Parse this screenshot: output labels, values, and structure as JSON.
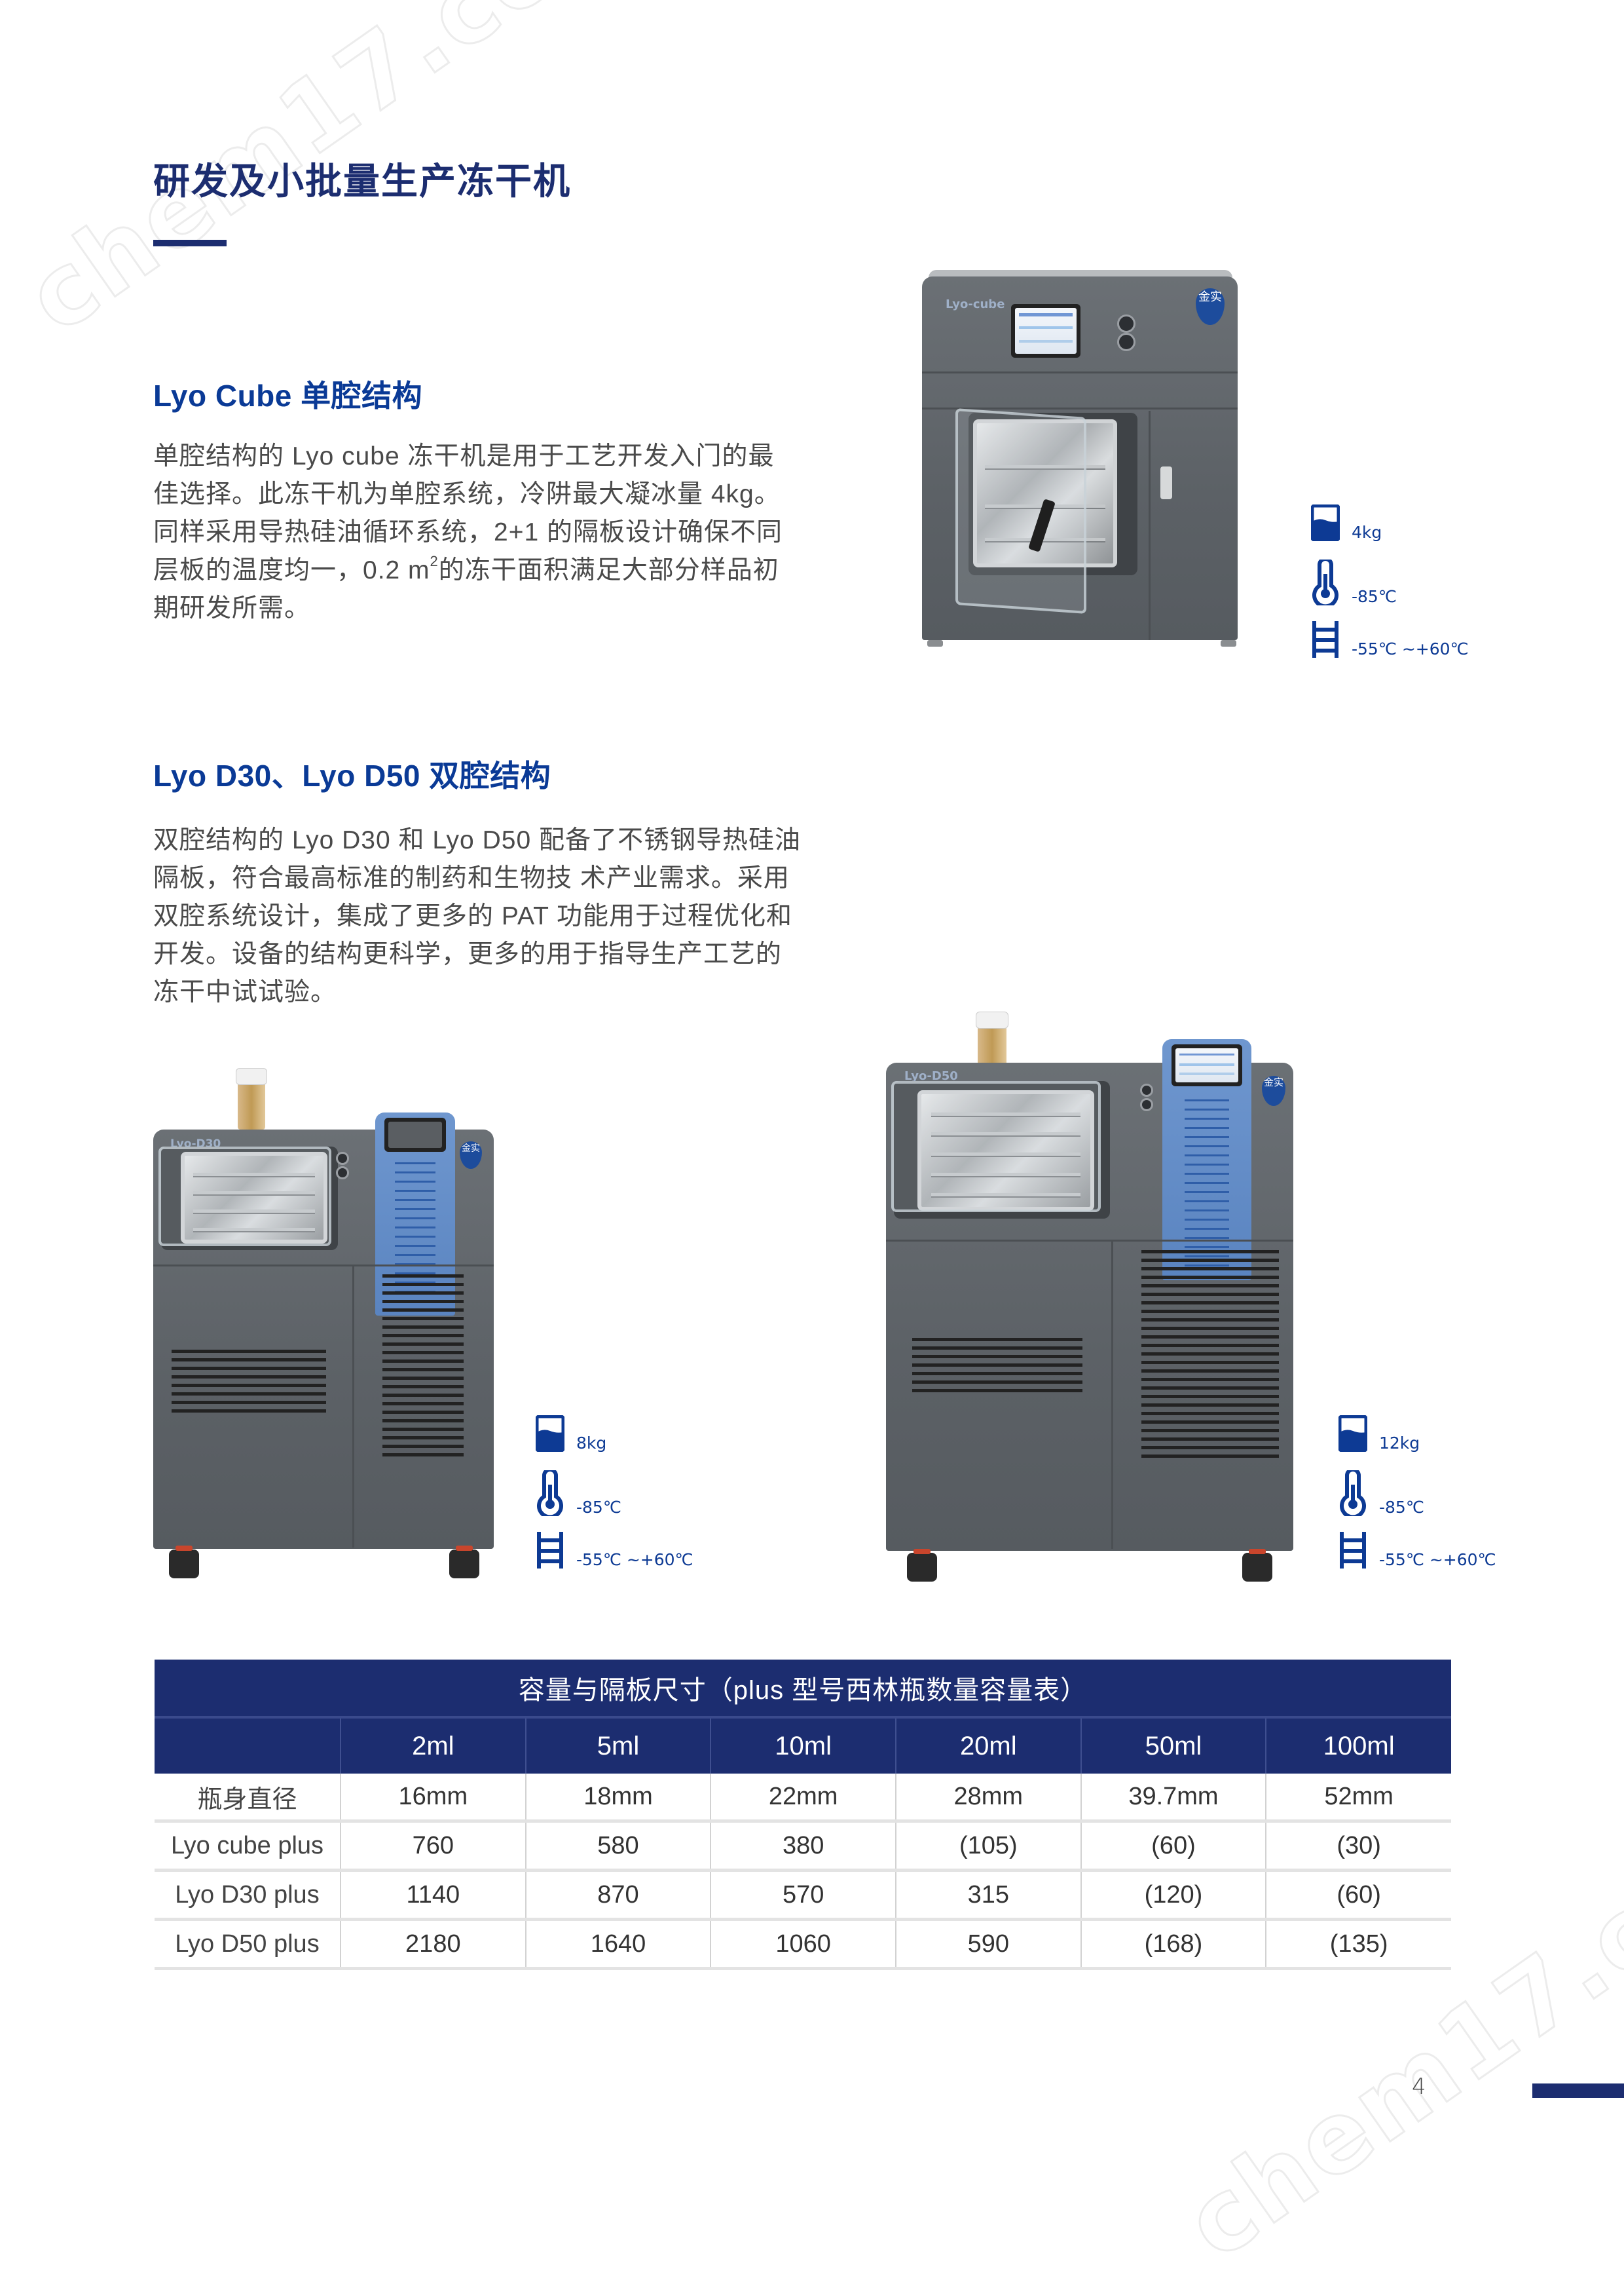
{
  "watermark": "chem17.com",
  "page_title": "研发及小批量生产冻干机",
  "accent_color": "#1c2d70",
  "heading_color": "#0a3a96",
  "sections": [
    {
      "heading": "Lyo Cube 单腔结构",
      "body_lines": [
        "单腔结构的 Lyo cube 冻干机是用于工艺开发入门的最",
        "佳选择。此冻干机为单腔系统，冷阱最大凝冰量 4kg。",
        "同样采用导热硅油循环系统，2+1 的隔板设计确保不同",
        "层板的温度均一，0.2 m",
        "期研发所需。"
      ],
      "body_line4_sup": "2",
      "body_line4_tail": "的冻干面积满足大部分样品初"
    },
    {
      "heading": "Lyo D30、Lyo D50 双腔结构",
      "body_lines": [
        "双腔结构的 Lyo D30 和 Lyo D50 配备了不锈钢导热硅油",
        "隔板，符合最高标准的制药和生物技 术产业需求。采用",
        "双腔系统设计，集成了更多的 PAT 功能用于过程优化和",
        "开发。设备的结构更科学，更多的用于指导生产工艺的",
        "冻干中试试验。"
      ]
    }
  ],
  "machines": [
    {
      "label": "Lyo-cube",
      "logo": "金实",
      "specs": {
        "capacity": "4kg",
        "condenser_temp": "-85℃",
        "shelf_temp": "-55℃ ~+60℃"
      }
    },
    {
      "label": "Lyo-D30",
      "logo": "金实",
      "specs": {
        "capacity": "8kg",
        "condenser_temp": "-85℃",
        "shelf_temp": "-55℃ ~+60℃"
      }
    },
    {
      "label": "Lyo-D50",
      "logo": "金实",
      "specs": {
        "capacity": "12kg",
        "condenser_temp": "-85℃",
        "shelf_temp": "-55℃ ~+60℃"
      }
    }
  ],
  "spec_icons": [
    "ice-capacity-icon",
    "thermometer-icon",
    "shelf-ladder-icon"
  ],
  "table": {
    "title": "容量与隔板尺寸（plus 型号西林瓶数量容量表）",
    "columns": [
      "",
      "2ml",
      "5ml",
      "10ml",
      "20ml",
      "50ml",
      "100ml"
    ],
    "rows": [
      {
        "label": "瓶身直径",
        "values": [
          "16mm",
          "18mm",
          "22mm",
          "28mm",
          "39.7mm",
          "52mm"
        ]
      },
      {
        "label": "Lyo cube plus",
        "values": [
          "760",
          "580",
          "380",
          "(105)",
          "(60)",
          "(30)"
        ]
      },
      {
        "label": "Lyo D30 plus",
        "values": [
          "1140",
          "870",
          "570",
          "315",
          "(120)",
          "(60)"
        ]
      },
      {
        "label": "Lyo D50 plus",
        "values": [
          "2180",
          "1640",
          "1060",
          "590",
          "(168)",
          "(135)"
        ]
      }
    ]
  },
  "page_number": "4"
}
